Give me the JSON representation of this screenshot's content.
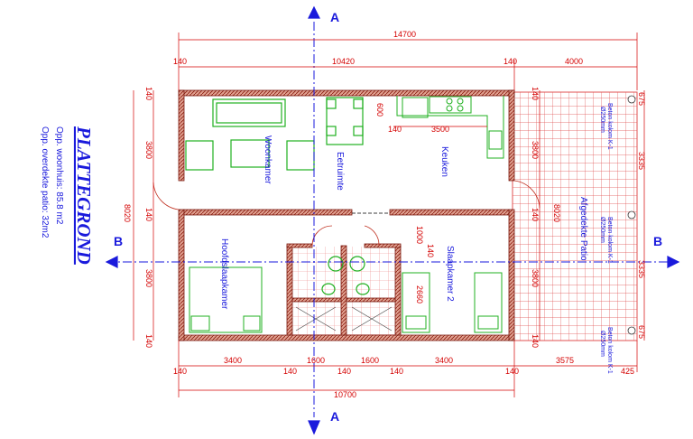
{
  "title": "PLATTEGROND",
  "area_living": "Opp. woonhuis: 85.8 m2",
  "area_patio": "Opp. overdekte patio: 32m2",
  "sections": {
    "a": "A",
    "b": "B"
  },
  "rooms": {
    "living": "Woonkamer",
    "dining": "Eetruimte",
    "kitchen": "Keuken",
    "patio": "Afgedekte Patio",
    "master": "Hoofdslaapkamer",
    "bedroom2": "Slaapkamer 2"
  },
  "column_label": "Beton kolom K-1",
  "column_size": "Ø250mm",
  "dims": {
    "total_width": "14700",
    "house_width": "10700",
    "interior_width": "10420",
    "patio_width": "4000",
    "wall": "140",
    "room_3400": "3400",
    "bath_1600": "1600",
    "patio_3575": "3575",
    "patio_425": "425",
    "total_depth": "8020",
    "zone_3800": "3800",
    "patio_3335": "3335",
    "patio_675": "675",
    "kitchen_3500": "3500",
    "kitchen_600": "600",
    "bath_1000": "1000",
    "bath_2660": "2660"
  },
  "colors": {
    "wall": "#c0392b",
    "dim": "#d40000",
    "text": "#1a1adc",
    "furniture": "#20b020",
    "grid": "#e05050"
  }
}
